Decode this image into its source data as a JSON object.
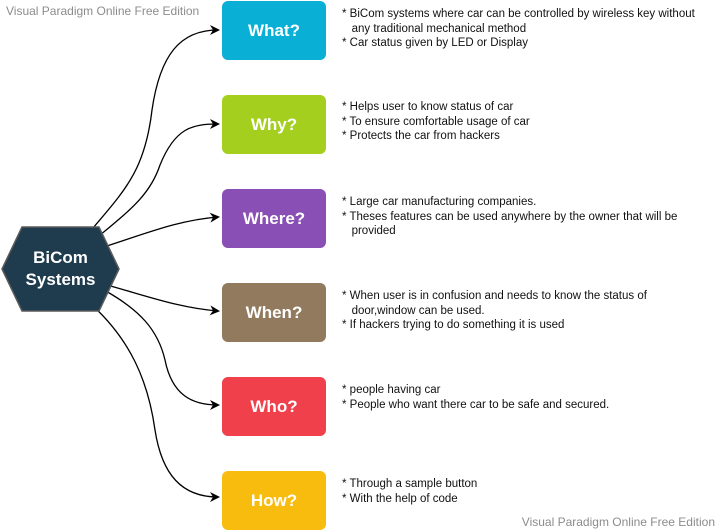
{
  "watermark": {
    "top": "Visual Paradigm Online Free Edition",
    "bottom": "Visual Paradigm Online Free Edition"
  },
  "center": {
    "label": "BiCom\nSystems",
    "fill": "#1f3c4f",
    "stroke": "#5a5a5a"
  },
  "nodes": [
    {
      "label": "What?",
      "color": "#0aafd6",
      "notes": [
        "* BiCom systems where car can be controlled by wireless key without",
        "   any traditional mechanical method",
        "* Car status given by LED or Display"
      ]
    },
    {
      "label": "Why?",
      "color": "#a4cf1f",
      "notes": [
        "* Helps user to know status of car",
        "* To ensure comfortable usage of car",
        "* Protects the car from hackers"
      ]
    },
    {
      "label": "Where?",
      "color": "#8a4fb4",
      "notes": [
        "* Large car manufacturing companies.",
        "* Theses features can be used anywhere by the owner that will be",
        "   provided"
      ]
    },
    {
      "label": "When?",
      "color": "#927a5e",
      "notes": [
        "* When user is in confusion and needs to know the status of",
        "   door,window can be used.",
        "* If hackers trying to do something it is used"
      ]
    },
    {
      "label": "Who?",
      "color": "#f0404c",
      "notes": [
        "* people having car",
        "* People who want there car to be safe and secured."
      ]
    },
    {
      "label": "How?",
      "color": "#f8bc0e",
      "notes": [
        "* Through a sample button",
        "* With the help of code"
      ]
    }
  ]
}
